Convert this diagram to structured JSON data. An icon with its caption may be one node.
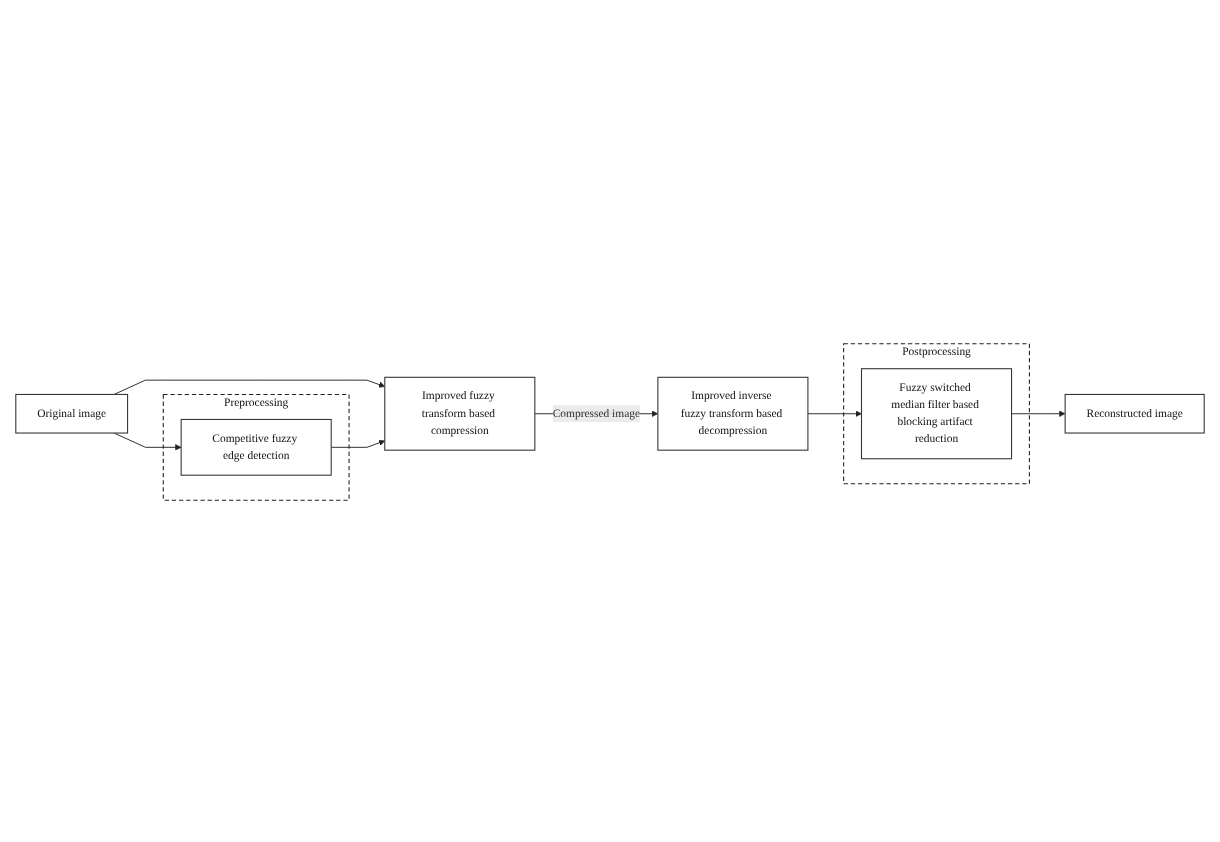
{
  "diagram": {
    "nodes": [
      {
        "text": [
          "Original image"
        ]
      },
      {
        "text": [
          "Preprocessing"
        ]
      },
      {
        "text": [
          "Competitive fuzzy edge detection"
        ],
        "in": 1
      },
      {
        "text": [
          "Improved fuzzy transform based compression"
        ]
      },
      {
        "text": [
          "Postprocessing"
        ]
      },
      {
        "text": [
          "Fuzzy switched median filter based blocking artifact reduction"
        ],
        "in": 4
      },
      {
        "text": [
          "Improved inverse fuzzy transform based decompression"
        ]
      },
      {
        "text": [
          "Reconstructed image"
        ]
      }
    ],
    "edges": [
      {
        "from": 0,
        "to": 3,
        "arrow": "to"
      },
      {
        "from": 0,
        "to": 2,
        "arrow": "to"
      },
      {
        "from": 2,
        "to": 3,
        "arrow": "to"
      },
      {
        "from": 3,
        "to": 6,
        "arrow": "to",
        "label": "Compressed image"
      },
      {
        "from": 6,
        "to": 5,
        "arrow": "to"
      },
      {
        "from": 5,
        "to": 7,
        "arrow": "to"
      }
    ]
  }
}
